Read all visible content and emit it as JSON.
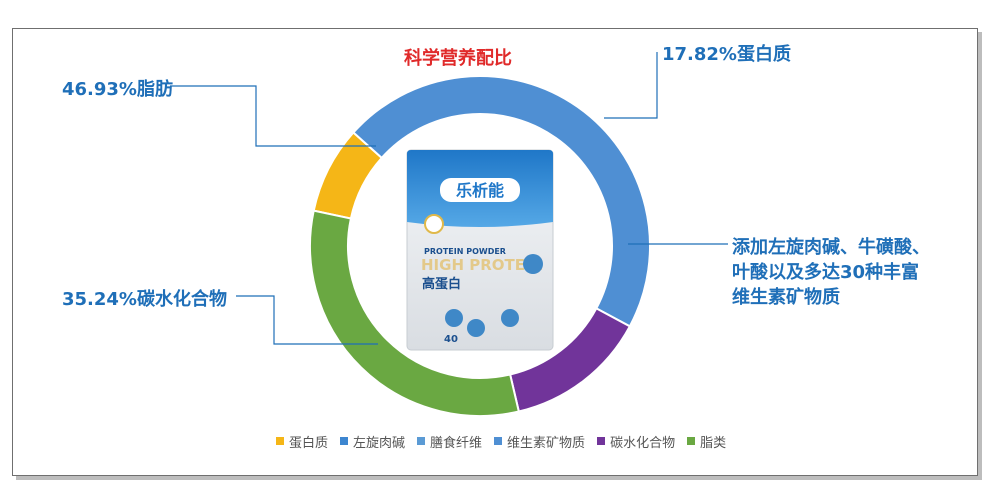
{
  "chart_data": {
    "type": "pie",
    "title": "科学营养配比",
    "categories": [
      "蛋白质",
      "左旋肉碱",
      "膳食纤维",
      "维生素矿物质",
      "碳水化合物",
      "脂类"
    ],
    "series": [
      {
        "values": [
          8.3,
          0,
          0,
          46.2,
          13.5,
          32.0
        ],
        "colors": [
          "#f5b617",
          "#3d86d0",
          "#5b9bd5",
          "#4f8fd3",
          "#71349a",
          "#6aa842"
        ]
      }
    ],
    "annotations": [
      "17.82%蛋白质",
      "添加左旋肉碱、牛磺酸、",
      "叶酸以及多达30种丰富",
      "维生素矿物质",
      "35.24%碳水化合物",
      "46.93%脂肪"
    ],
    "legend": "bottom"
  },
  "product": {
    "brand": "乐析能",
    "line1": "PROTEIN POWDER",
    "line2": "HIGH PROTEIN",
    "name": "高蛋白",
    "weight": "40"
  }
}
